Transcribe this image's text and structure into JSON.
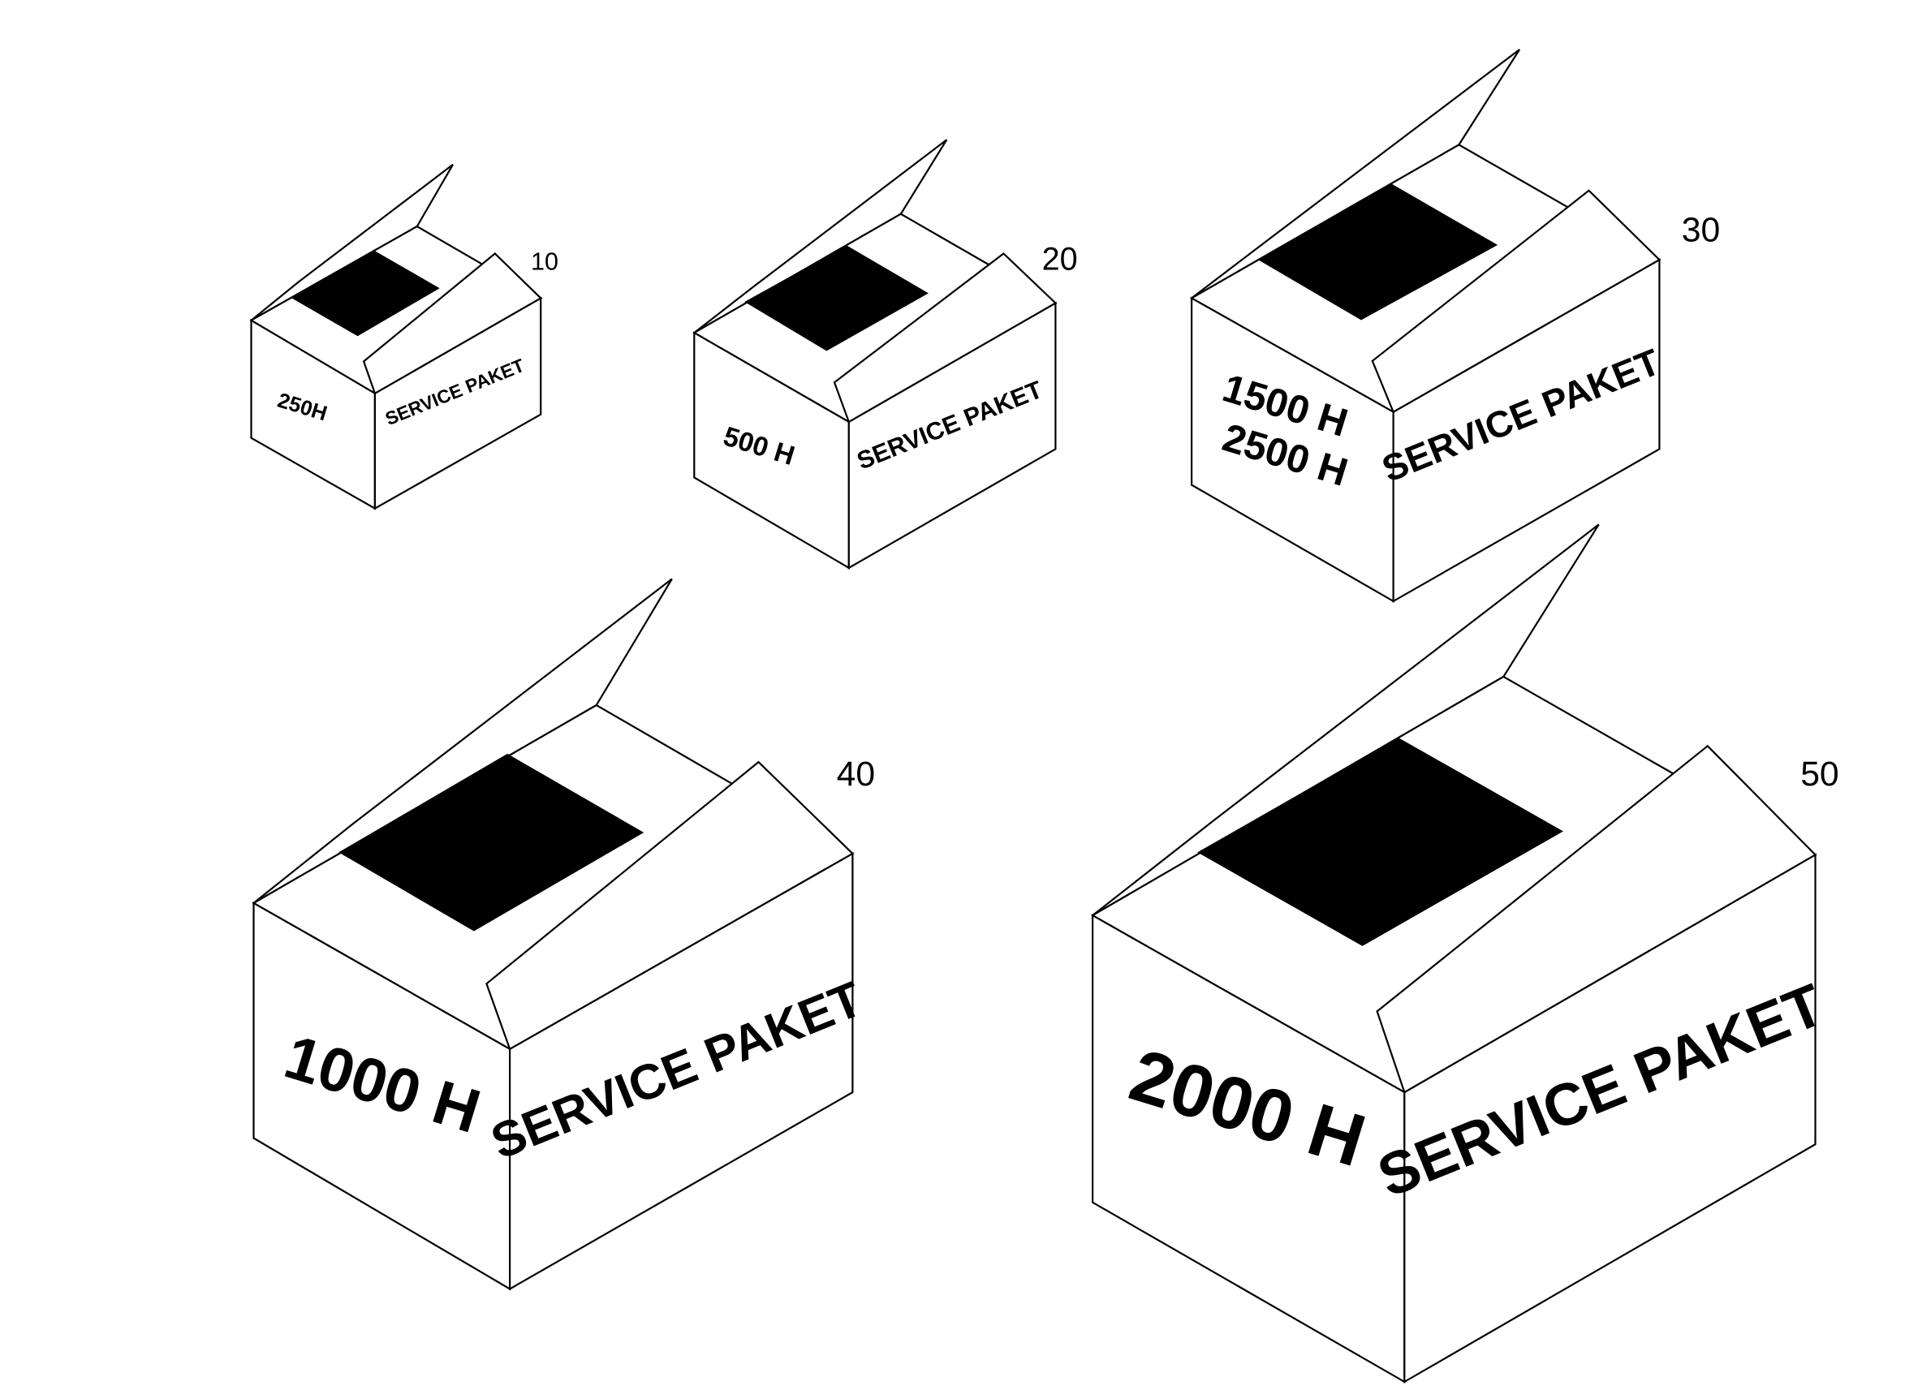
{
  "boxes": [
    {
      "id": "box-10",
      "ref": "10",
      "front_lines": [
        "250H"
      ],
      "side_text": "SERVICE PAKET"
    },
    {
      "id": "box-20",
      "ref": "20",
      "front_lines": [
        "500 H"
      ],
      "side_text": "SERVICE PAKET"
    },
    {
      "id": "box-30",
      "ref": "30",
      "front_lines": [
        "1500 H",
        "2500 H"
      ],
      "side_text": "SERVICE PAKET"
    },
    {
      "id": "box-40",
      "ref": "40",
      "front_lines": [
        "1000 H"
      ],
      "side_text": "SERVICE PAKET"
    },
    {
      "id": "box-50",
      "ref": "50",
      "front_lines": [
        "2000 H"
      ],
      "side_text": "SERVICE PAKET"
    }
  ],
  "colors": {
    "line": "#000000",
    "tape": "#000000",
    "paper": "#ffffff"
  }
}
